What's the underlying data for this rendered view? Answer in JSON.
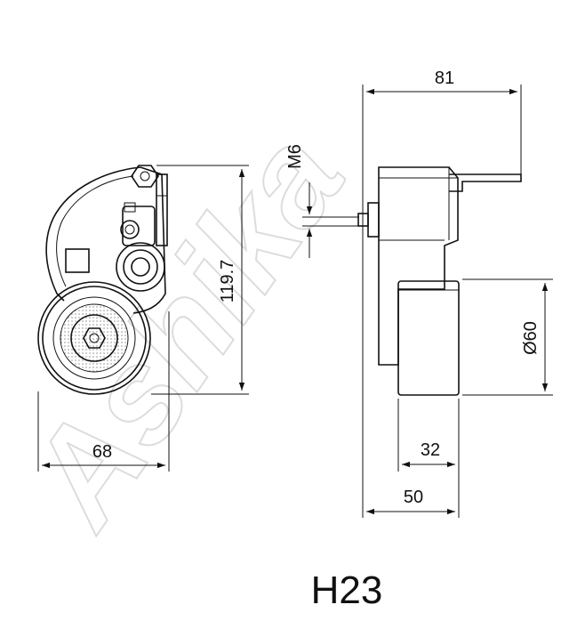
{
  "part_code": "H23",
  "watermark": "Ashika",
  "dimensions": {
    "width_left": "68",
    "height": "119.7",
    "width_top": "81",
    "bolt": "M6",
    "diameter": "Ø60",
    "pulley_width": "32",
    "total_width": "50"
  }
}
